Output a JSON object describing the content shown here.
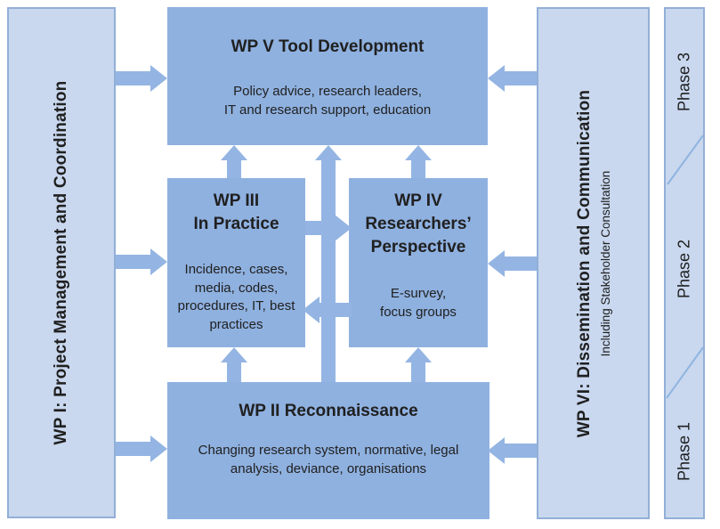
{
  "diagram": {
    "left_bar": {
      "title": "WP I: Project Management and Coordination"
    },
    "right_bar": {
      "title": "WP VI: Dissemination and Communication",
      "subtitle": "Including  Stakeholder Consultation"
    },
    "phase_bar": {
      "phases": [
        "Phase 3",
        "Phase 2",
        "Phase 1"
      ]
    },
    "boxes": {
      "wp5": {
        "title": "WP V Tool Development",
        "body": "Policy advice, research leaders,\nIT and research support, education"
      },
      "wp3": {
        "title": "WP III\nIn Practice",
        "body": "Incidence, cases,\nmedia, codes,\nprocedures, IT, best\npractices"
      },
      "wp4": {
        "title": "WP IV\nResearchers’\nPerspective",
        "body": "E-survey,\nfocus groups"
      },
      "wp2": {
        "title": "WP II Reconnaissance",
        "body": "Changing research system, normative, legal\nanalysis, deviance, organisations"
      }
    },
    "colors": {
      "box_fill": "#8FB1E0",
      "arrow_fill": "#94B5E3",
      "bar_fill": "#C9D8EF",
      "bar_border": "#92AFD7",
      "text": "#202020"
    }
  }
}
